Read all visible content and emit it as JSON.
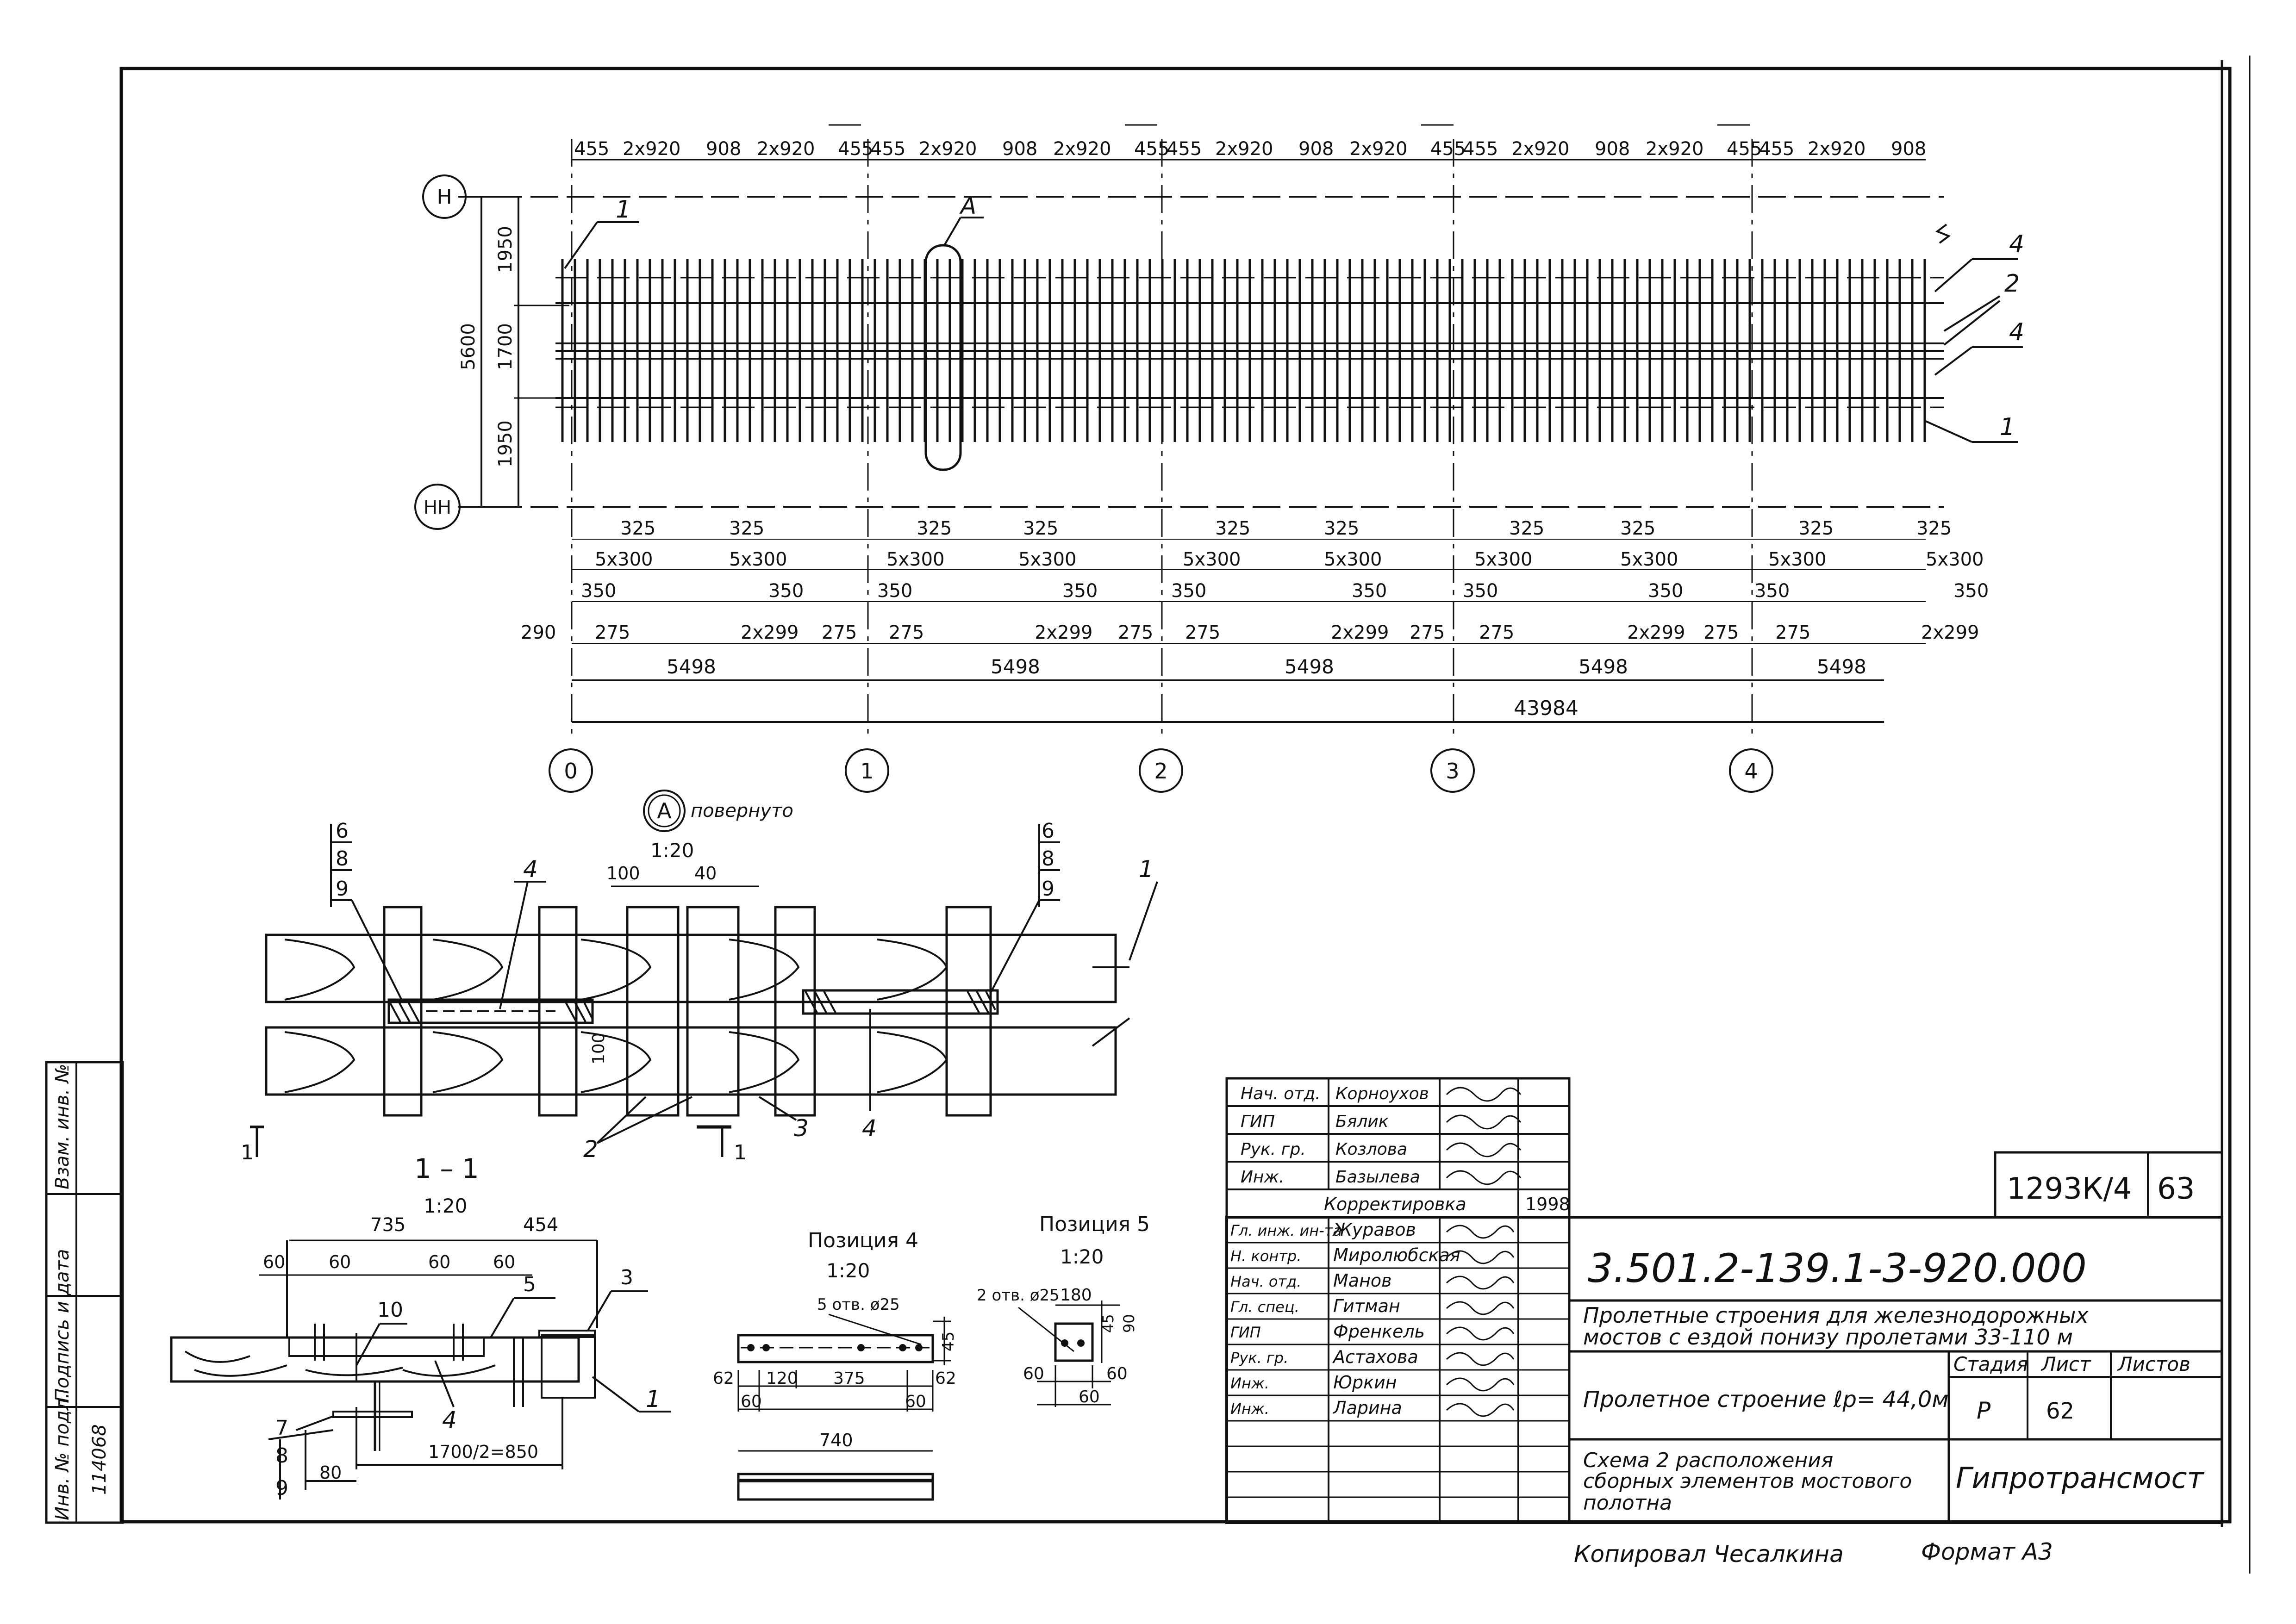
{
  "plan": {
    "axes_top": "Н",
    "axes_bottom": "НН",
    "span_axes": [
      "0",
      "1",
      "2",
      "3",
      "4"
    ],
    "top_dims": [
      "455",
      "2x920",
      "908",
      "2x920",
      "455",
      "455",
      "2x920",
      "908",
      "2x920",
      "455",
      "455",
      "2x920",
      "908",
      "2x920",
      "455",
      "455",
      "2x920",
      "908",
      "2x920",
      "455",
      "455",
      "2x920",
      "908"
    ],
    "vertical_dims": {
      "total": "5600",
      "top": "1950",
      "mid": "1700",
      "bottom": "1950"
    },
    "bottom_row1": [
      "325",
      "325",
      "325",
      "325",
      "325",
      "325",
      "325",
      "325",
      "325",
      "325"
    ],
    "bottom_row2": [
      "5x300",
      "5x300",
      "5x300",
      "5x300",
      "5x300",
      "5x300",
      "5x300",
      "5x300",
      "5x300",
      "5x300"
    ],
    "bottom_row3": [
      "350",
      "350",
      "350",
      "350",
      "350",
      "350",
      "350",
      "350",
      "350",
      "350"
    ],
    "bottom_row4": [
      "290",
      "275",
      "2x299",
      "275",
      "275",
      "2x299",
      "275",
      "275",
      "2x299",
      "275",
      "275",
      "2x299",
      "275",
      "275",
      "2x299"
    ],
    "span_lengths": [
      "5498",
      "5498",
      "5498",
      "5498",
      "5498"
    ],
    "total_length": "43984",
    "callouts": {
      "c1": "1",
      "c2": "2",
      "c4": "4",
      "cA": "А"
    }
  },
  "detail_a": {
    "label": "А",
    "note": "повернуто",
    "scale": "1:20",
    "dims": [
      "100",
      "40",
      "100"
    ],
    "callouts_left": [
      "6",
      "8",
      "9"
    ],
    "callouts_right": [
      "6",
      "8",
      "9"
    ],
    "callout_4a": "4",
    "callout_4b": "4",
    "callout_1": "1",
    "callout_2": "2",
    "callout_3": "3",
    "section_left": "1",
    "section_right": "1"
  },
  "section_1_1": {
    "title": "1 – 1",
    "scale": "1:20",
    "dims_top": [
      "735",
      "454"
    ],
    "dims_small": [
      "60",
      "60",
      "60",
      "60"
    ],
    "dims_bottom": [
      "80",
      "1700/2=850"
    ],
    "callouts": [
      "10",
      "5",
      "3",
      "7",
      "8",
      "9",
      "4",
      "1"
    ]
  },
  "position_4": {
    "title": "Позиция 4",
    "scale": "1:20",
    "holes": "5 отв. ø25",
    "dims": [
      "62",
      "120",
      "375",
      "62",
      "60",
      "60",
      "740",
      "45"
    ]
  },
  "position_5": {
    "title": "Позиция 5",
    "scale": "1:20",
    "holes": "2 отв. ø25",
    "dims": [
      "180",
      "45",
      "90",
      "60",
      "60",
      "60"
    ]
  },
  "stamp": {
    "approval_rows": [
      {
        "role": "Нач. отд.",
        "name": "Корноухов"
      },
      {
        "role": "ГИП",
        "name": "Бялик"
      },
      {
        "role": "Рук. гр.",
        "name": "Козлова"
      },
      {
        "role": "Инж.",
        "name": "Базылева"
      }
    ],
    "correction_label": "Корректировка",
    "correction_year": "1998",
    "album_code": "1293К/4",
    "album_sheet": "63",
    "signatory_rows": [
      {
        "role": "Гл. инж. ин-та",
        "name": "Журавов"
      },
      {
        "role": "Н. контр.",
        "name": "Миролюбская"
      },
      {
        "role": "Нач. отд.",
        "name": "Манов"
      },
      {
        "role": "Гл. спец.",
        "name": "Гитман"
      },
      {
        "role": "ГИП",
        "name": "Френкель"
      },
      {
        "role": "Рук. гр.",
        "name": "Астахова"
      },
      {
        "role": "Инж.",
        "name": "Юркин"
      },
      {
        "role": "Инж.",
        "name": "Ларина"
      }
    ],
    "doc_code": "3.501.2-139.1-3-920.000",
    "series_title_1": "Пролетные строения для железнодорожных",
    "series_title_2": "мостов с ездой понизу пролетами 33-110 м",
    "object_title": "Пролетное строение ℓр= 44,0м",
    "stage_label": "Стадия",
    "sheet_label": "Лист",
    "sheets_label": "Листов",
    "stage_value": "Р",
    "sheet_value": "62",
    "sheets_value": "",
    "drawing_title_1": "Схема 2 расположения",
    "drawing_title_2": "сборных элементов мостового",
    "drawing_title_3": "полотна",
    "organization": "Гипротрансмост"
  },
  "side_stamp": {
    "inv_orig": "Инв. № подл.",
    "sign_date": "Подпись и дата",
    "repl_inv": "Взам. инв. №",
    "inv_value": "114068"
  },
  "footer": {
    "copied": "Копировал Чесалкина",
    "format": "Формат А3"
  }
}
